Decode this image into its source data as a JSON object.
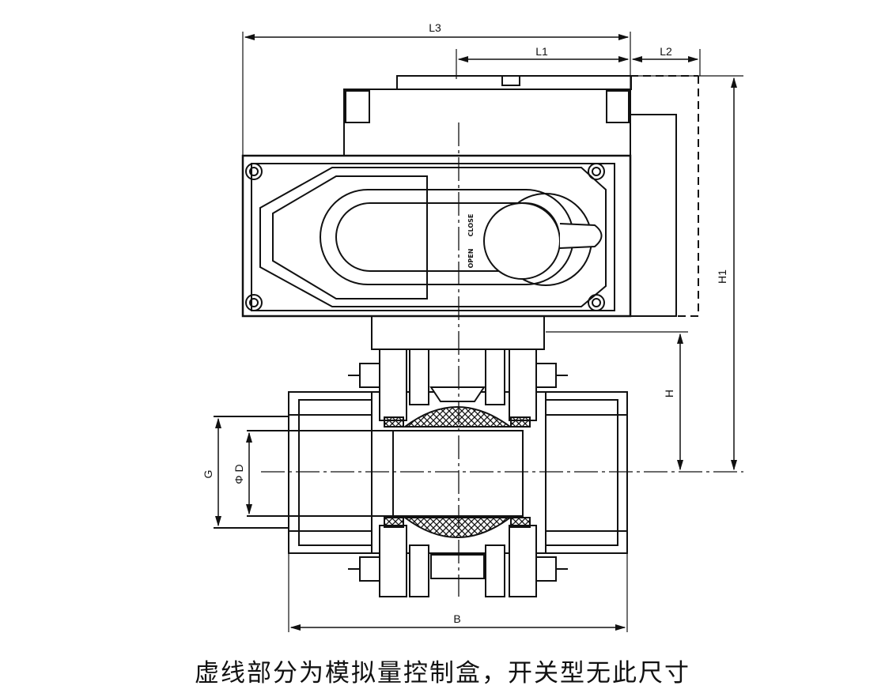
{
  "dimensions": {
    "L3": "L3",
    "L1": "L1",
    "L2": "L2",
    "H1": "H1",
    "H": "H",
    "G": "G",
    "D": "Φ D",
    "B": "B"
  },
  "indicator": {
    "close": "CLOSE",
    "open": "OPEN"
  },
  "caption": "虚线部分为模拟量控制盒，开关型无此尺寸",
  "colors": {
    "line": "#111111",
    "background": "#ffffff"
  }
}
